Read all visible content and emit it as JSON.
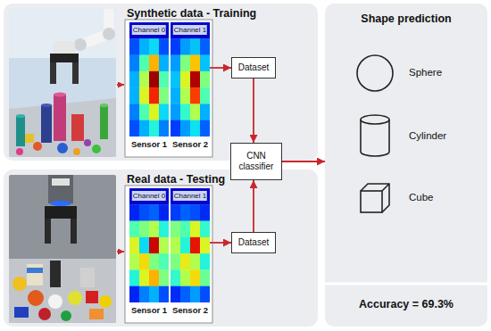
{
  "diagram": {
    "nodes": [
      {
        "text": [
          "Synthetic data - Training"
        ]
      },
      {
        "text": [
          "Channel 0",
          "Sensor 1"
        ],
        "in": 0
      },
      {
        "text": [
          "Channel 1",
          "Sensor 2"
        ],
        "in": 0
      },
      {
        "text": [
          "Dataset"
        ],
        "in": 0
      },
      {
        "text": [
          "Real data - Testing"
        ]
      },
      {
        "text": [
          "Channel 0",
          "Sensor 1"
        ],
        "in": 4
      },
      {
        "text": [
          "Channel 1",
          "Sensor 2"
        ],
        "in": 4
      },
      {
        "text": [
          "Dataset"
        ],
        "in": 4
      },
      {
        "text": [
          "CNN classifier"
        ]
      },
      {
        "text": [
          "Shape prediction"
        ]
      }
    ],
    "edges": [
      {
        "from": 2,
        "to": 3,
        "arrow": "to"
      },
      {
        "from": 3,
        "to": 8,
        "arrow": "to"
      },
      {
        "from": 6,
        "to": 7,
        "arrow": "to"
      },
      {
        "from": 7,
        "to": 8,
        "arrow": "to"
      },
      {
        "from": 8,
        "to": 9,
        "arrow": "to"
      }
    ],
    "labels": [
      "Sphere",
      "Cylinder",
      "Cube",
      "Accuracy = 69.3%"
    ]
  }
}
